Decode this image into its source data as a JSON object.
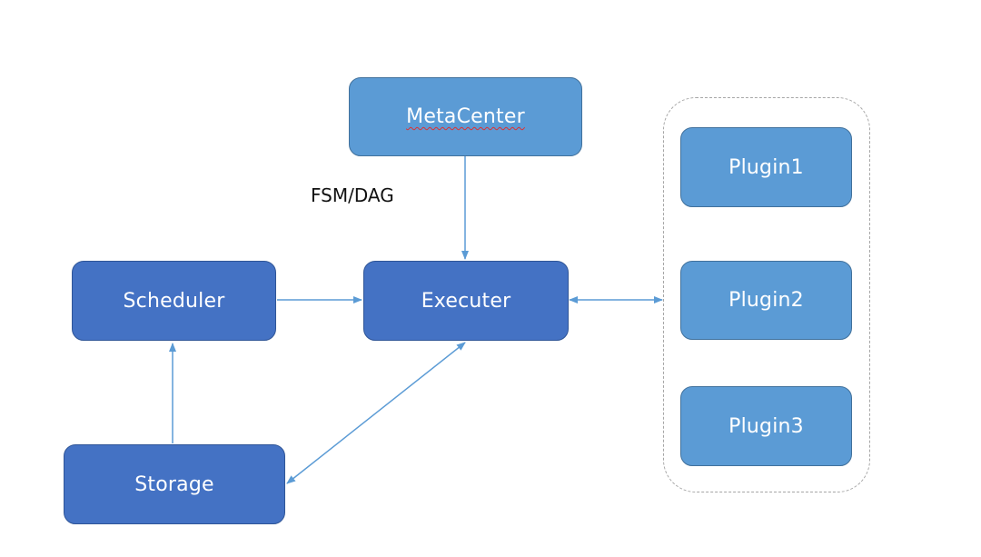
{
  "diagram": {
    "nodes": {
      "metacenter": "MetaCenter",
      "scheduler": "Scheduler",
      "executer": "Executer",
      "storage": "Storage",
      "plugin1": "Plugin1",
      "plugin2": "Plugin2",
      "plugin3": "Plugin3"
    },
    "edge_labels": {
      "fsm_dag": "FSM/DAG"
    },
    "edges": [
      {
        "from": "metacenter",
        "to": "executer",
        "direction": "one-way"
      },
      {
        "from": "scheduler",
        "to": "executer",
        "direction": "one-way"
      },
      {
        "from": "storage",
        "to": "scheduler",
        "direction": "one-way"
      },
      {
        "from": "executer",
        "to": "storage",
        "direction": "two-way"
      },
      {
        "from": "executer",
        "to": "plugins",
        "direction": "two-way"
      }
    ],
    "colors": {
      "node_dark": "#4472c4",
      "node_light": "#5b9bd5",
      "arrow": "#5b9bd5",
      "group_border": "#a6a6a6"
    }
  }
}
